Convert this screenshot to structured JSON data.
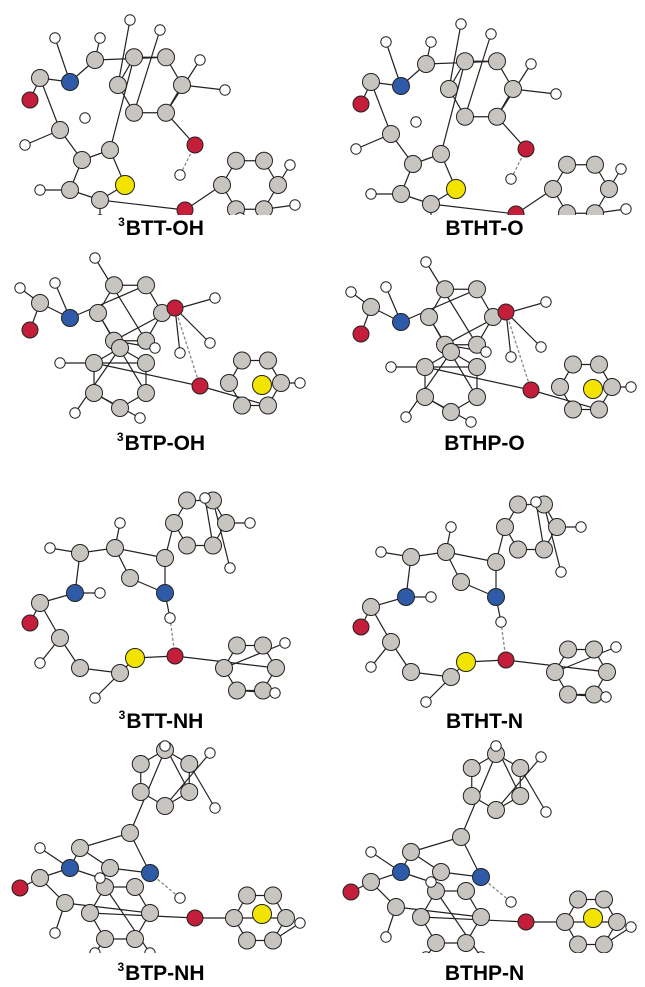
{
  "figure": {
    "panels": [
      {
        "id": "p1",
        "prefix": "3",
        "name": "BTT-OH",
        "motif": "A"
      },
      {
        "id": "p2",
        "prefix": "",
        "name": "BTHT-O",
        "motif": "A"
      },
      {
        "id": "p3",
        "prefix": "3",
        "name": "BTP-OH",
        "motif": "B"
      },
      {
        "id": "p4",
        "prefix": "",
        "name": "BTHP-O",
        "motif": "B"
      },
      {
        "id": "p5",
        "prefix": "3",
        "name": "BTT-NH",
        "motif": "C"
      },
      {
        "id": "p6",
        "prefix": "",
        "name": "BTHT-N",
        "motif": "C"
      },
      {
        "id": "p7",
        "prefix": "3",
        "name": "BTP-NH",
        "motif": "D"
      },
      {
        "id": "p8",
        "prefix": "",
        "name": "BTHP-N",
        "motif": "D"
      }
    ]
  },
  "atom_colors": {
    "carbon": "#c8c4bf",
    "hydrogen": "#ffffff",
    "nitrogen": "#2f5aa8",
    "oxygen": "#c41e3a",
    "sulfur": "#f2e300",
    "outline": "#222222",
    "hbond": "#888888"
  }
}
